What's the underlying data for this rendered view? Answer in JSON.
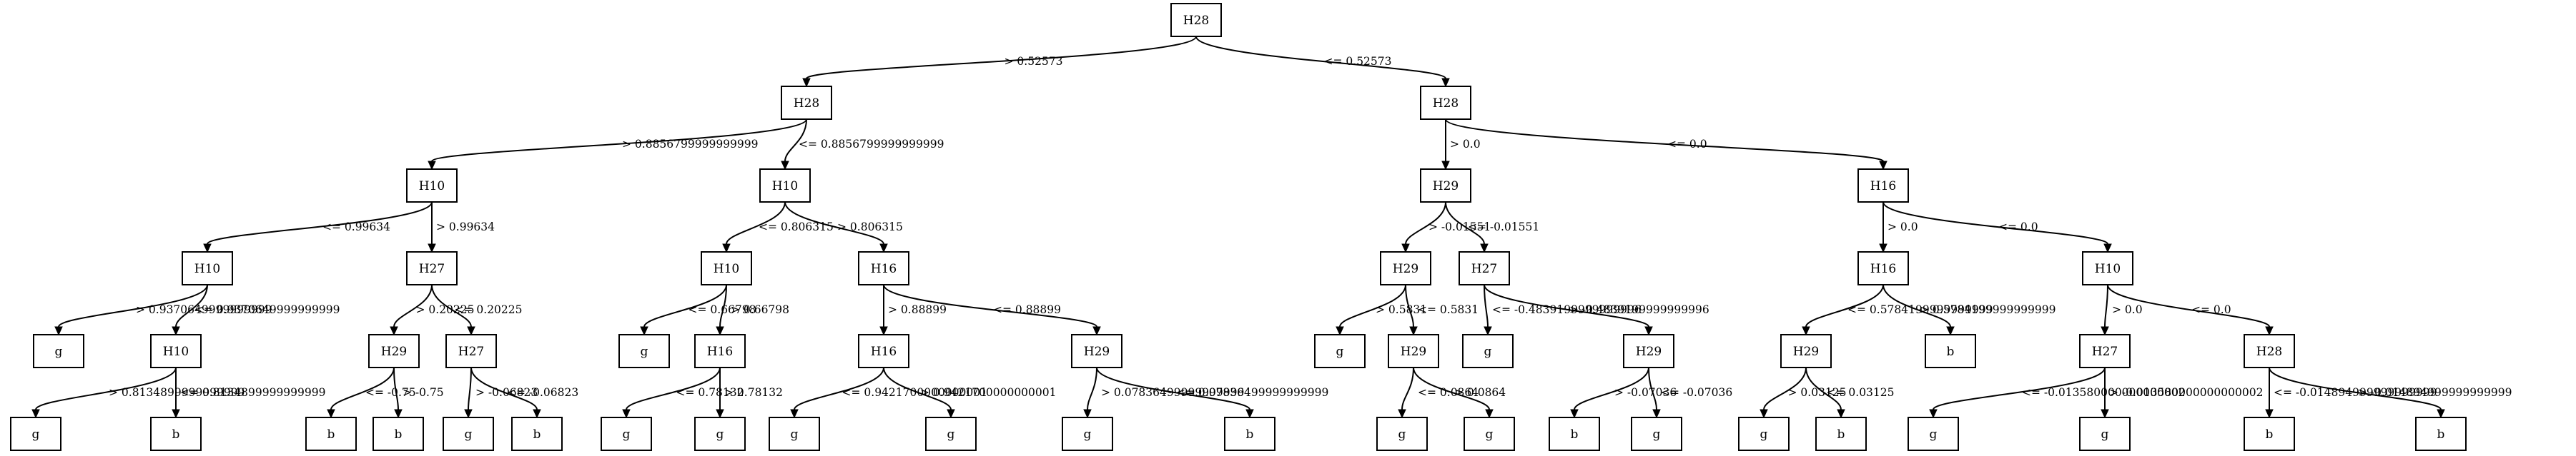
{
  "tree": {
    "nodes": [
      {
        "id": "n0",
        "label": "H28"
      },
      {
        "id": "n1",
        "label": "H28"
      },
      {
        "id": "n2",
        "label": "H28"
      },
      {
        "id": "n3",
        "label": "H10"
      },
      {
        "id": "n4",
        "label": "H10"
      },
      {
        "id": "n5",
        "label": "H29"
      },
      {
        "id": "n6",
        "label": "H16"
      },
      {
        "id": "n7",
        "label": "H10"
      },
      {
        "id": "n8",
        "label": "H27"
      },
      {
        "id": "n9",
        "label": "H10"
      },
      {
        "id": "n10",
        "label": "H16"
      },
      {
        "id": "n11",
        "label": "H29"
      },
      {
        "id": "n12",
        "label": "H27"
      },
      {
        "id": "n13",
        "label": "H16"
      },
      {
        "id": "n14",
        "label": "H10"
      },
      {
        "id": "n15",
        "label": "g"
      },
      {
        "id": "n16",
        "label": "H10"
      },
      {
        "id": "n17",
        "label": "H29"
      },
      {
        "id": "n18",
        "label": "H27"
      },
      {
        "id": "n19",
        "label": "g"
      },
      {
        "id": "n20",
        "label": "H16"
      },
      {
        "id": "n21",
        "label": "H16"
      },
      {
        "id": "n22",
        "label": "H29"
      },
      {
        "id": "n23",
        "label": "g"
      },
      {
        "id": "n24",
        "label": "H29"
      },
      {
        "id": "n25",
        "label": "g"
      },
      {
        "id": "n26",
        "label": "H29"
      },
      {
        "id": "n27",
        "label": "H29"
      },
      {
        "id": "n28",
        "label": "b"
      },
      {
        "id": "n29",
        "label": "H27"
      },
      {
        "id": "n30",
        "label": "H28"
      },
      {
        "id": "n31",
        "label": "g"
      },
      {
        "id": "n32",
        "label": "b"
      },
      {
        "id": "n33",
        "label": "b"
      },
      {
        "id": "n34",
        "label": "b"
      },
      {
        "id": "n35",
        "label": "g"
      },
      {
        "id": "n36",
        "label": "b"
      },
      {
        "id": "n37",
        "label": "g"
      },
      {
        "id": "n38",
        "label": "g"
      },
      {
        "id": "n39",
        "label": "g"
      },
      {
        "id": "n40",
        "label": "g"
      },
      {
        "id": "n41",
        "label": "g"
      },
      {
        "id": "n42",
        "label": "b"
      },
      {
        "id": "n43",
        "label": "g"
      },
      {
        "id": "n44",
        "label": "g"
      },
      {
        "id": "n45",
        "label": "b"
      },
      {
        "id": "n46",
        "label": "g"
      },
      {
        "id": "n47",
        "label": "g"
      },
      {
        "id": "n48",
        "label": "b"
      },
      {
        "id": "n49",
        "label": "g"
      },
      {
        "id": "n50",
        "label": "g"
      },
      {
        "id": "n51",
        "label": "b"
      },
      {
        "id": "n52",
        "label": "b"
      }
    ],
    "edges": [
      {
        "from": "n0",
        "to": "n1",
        "label": "> 0.52573"
      },
      {
        "from": "n0",
        "to": "n2",
        "label": "<= 0.52573"
      },
      {
        "from": "n1",
        "to": "n3",
        "label": "> 0.8856799999999999"
      },
      {
        "from": "n1",
        "to": "n4",
        "label": "<= 0.8856799999999999"
      },
      {
        "from": "n2",
        "to": "n5",
        "label": "> 0.0"
      },
      {
        "from": "n2",
        "to": "n6",
        "label": "<= 0.0"
      },
      {
        "from": "n3",
        "to": "n7",
        "label": "<= 0.99634"
      },
      {
        "from": "n3",
        "to": "n8",
        "label": "> 0.99634"
      },
      {
        "from": "n4",
        "to": "n9",
        "label": "<= 0.806315"
      },
      {
        "from": "n4",
        "to": "n10",
        "label": "> 0.806315"
      },
      {
        "from": "n5",
        "to": "n11",
        "label": "> -0.01551"
      },
      {
        "from": "n5",
        "to": "n12",
        "label": "<= -0.01551"
      },
      {
        "from": "n6",
        "to": "n13",
        "label": "> 0.0"
      },
      {
        "from": "n6",
        "to": "n14",
        "label": "<= 0.0"
      },
      {
        "from": "n7",
        "to": "n15",
        "label": "> 0.9370649999999999"
      },
      {
        "from": "n7",
        "to": "n16",
        "label": "<= 0.9370649999999999"
      },
      {
        "from": "n8",
        "to": "n17",
        "label": "> 0.20225"
      },
      {
        "from": "n8",
        "to": "n18",
        "label": "<= 0.20225"
      },
      {
        "from": "n9",
        "to": "n19",
        "label": "<= 0.66798"
      },
      {
        "from": "n9",
        "to": "n20",
        "label": "> 0.66798"
      },
      {
        "from": "n10",
        "to": "n21",
        "label": "> 0.88899"
      },
      {
        "from": "n10",
        "to": "n22",
        "label": "<= 0.88899"
      },
      {
        "from": "n11",
        "to": "n23",
        "label": "> 0.5831"
      },
      {
        "from": "n11",
        "to": "n24",
        "label": "<= 0.5831"
      },
      {
        "from": "n12",
        "to": "n25",
        "label": "<= -0.4839199999999996"
      },
      {
        "from": "n12",
        "to": "n26",
        "label": "> -0.4839199999999996"
      },
      {
        "from": "n13",
        "to": "n27",
        "label": "<= 0.5784199999999999"
      },
      {
        "from": "n13",
        "to": "n28",
        "label": "> 0.5784199999999999"
      },
      {
        "from": "n14",
        "to": "n29",
        "label": "> 0.0"
      },
      {
        "from": "n14",
        "to": "n30",
        "label": "<= 0.0"
      },
      {
        "from": "n16",
        "to": "n31",
        "label": "> 0.8134899999999999"
      },
      {
        "from": "n16",
        "to": "n32",
        "label": "<= 0.8134899999999999"
      },
      {
        "from": "n17",
        "to": "n33",
        "label": "<= -0.75"
      },
      {
        "from": "n17",
        "to": "n34",
        "label": "> -0.75"
      },
      {
        "from": "n18",
        "to": "n35",
        "label": "> -0.06823"
      },
      {
        "from": "n18",
        "to": "n36",
        "label": "<= -0.06823"
      },
      {
        "from": "n20",
        "to": "n37",
        "label": "<= 0.78132"
      },
      {
        "from": "n20",
        "to": "n38",
        "label": "> 0.78132"
      },
      {
        "from": "n21",
        "to": "n39",
        "label": "<= 0.9421700000000001"
      },
      {
        "from": "n21",
        "to": "n40",
        "label": "> 0.9421700000000001"
      },
      {
        "from": "n22",
        "to": "n41",
        "label": "> 0.07836499999999999"
      },
      {
        "from": "n22",
        "to": "n42",
        "label": "<= 0.07836499999999999"
      },
      {
        "from": "n24",
        "to": "n43",
        "label": "<= 0.0864"
      },
      {
        "from": "n24",
        "to": "n44",
        "label": "> 0.0864"
      },
      {
        "from": "n26",
        "to": "n45",
        "label": "> -0.07036"
      },
      {
        "from": "n26",
        "to": "n46",
        "label": "<= -0.07036"
      },
      {
        "from": "n27",
        "to": "n47",
        "label": "> 0.03125"
      },
      {
        "from": "n27",
        "to": "n48",
        "label": "<= 0.03125"
      },
      {
        "from": "n29",
        "to": "n49",
        "label": "<= -0.013580000000000002"
      },
      {
        "from": "n29",
        "to": "n50",
        "label": "> -0.013580000000000002"
      },
      {
        "from": "n30",
        "to": "n51",
        "label": "<= -0.014894999999999999"
      },
      {
        "from": "n30",
        "to": "n52",
        "label": "> -0.014894999999999999"
      }
    ]
  }
}
